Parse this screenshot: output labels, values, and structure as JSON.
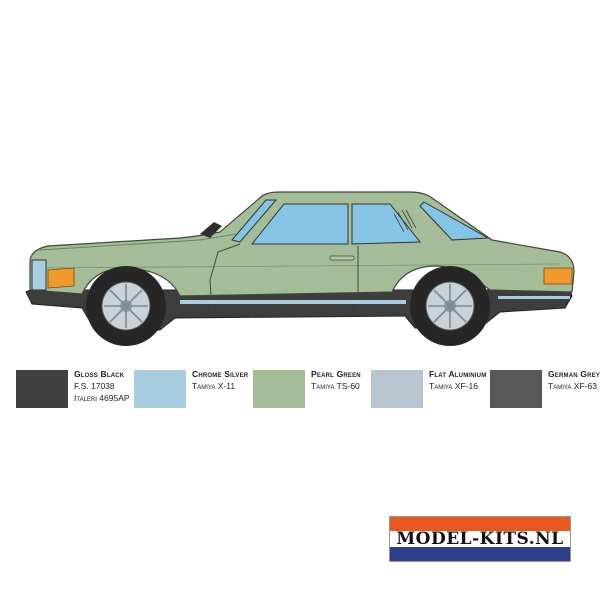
{
  "swatches": [
    {
      "name": "Gloss Black",
      "line1": "F.S. 17038",
      "line2": "Italeri 4695AP",
      "color": "#404040"
    },
    {
      "name": "Chrome Silver",
      "line1": "Tamiya X-11",
      "line2": "",
      "color": "#a9cde0"
    },
    {
      "name": "Pearl Green",
      "line1": "Tamiya TS-60",
      "line2": "",
      "color": "#a4bc98"
    },
    {
      "name": "Flat Aluminium",
      "line1": "Tamiya XF-16",
      "line2": "",
      "color": "#b6c5cf"
    },
    {
      "name": "German Grey",
      "line1": "Tamiya XF-63",
      "line2": "",
      "color": "#595959"
    }
  ],
  "car": {
    "body_color": "#a4bc98",
    "glass_color": "#86c4e6",
    "trim_color": "#3d3d3d",
    "chrome_color": "#a9cde0"
  },
  "logo": {
    "text": "MODEL-KITS.NL",
    "colors": [
      "#e5591e",
      "#ffffff",
      "#2c3f8c"
    ]
  }
}
